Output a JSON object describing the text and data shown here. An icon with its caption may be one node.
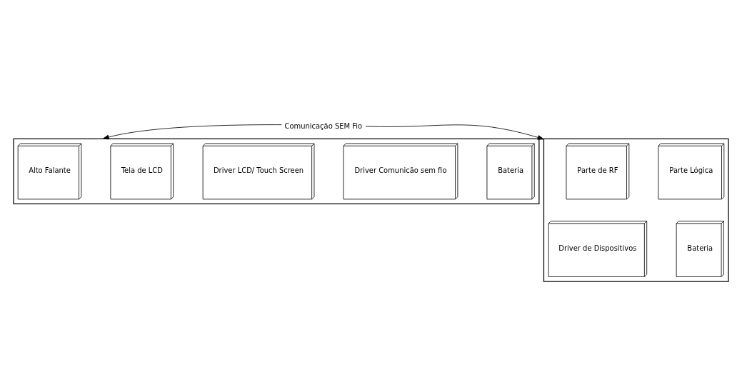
{
  "diagram": {
    "nodes": [
      {
        "text": [],
        "shape": "box"
      },
      {
        "text": [
          "Alto Falante"
        ],
        "in": 0
      },
      {
        "text": [
          "Tela de LCD"
        ],
        "in": 0
      },
      {
        "text": [
          "Driver LCD/ Touch Screen"
        ],
        "in": 0
      },
      {
        "text": [
          "Driver Comunicão sem fio"
        ],
        "in": 0
      },
      {
        "text": [
          "Bateria"
        ],
        "in": 0
      },
      {
        "text": [],
        "shape": "box"
      },
      {
        "text": [
          "Parte de RF"
        ],
        "in": 6
      },
      {
        "text": [
          "Parte Lógica"
        ],
        "in": 6
      },
      {
        "text": [
          "Driver de Dispositivos"
        ],
        "in": 6
      },
      {
        "text": [
          "Bateria"
        ],
        "in": 6
      }
    ],
    "edges": [
      {
        "from": 0,
        "to": 6,
        "arrow": "both",
        "label": "Comunicação SEM Fio"
      }
    ]
  }
}
